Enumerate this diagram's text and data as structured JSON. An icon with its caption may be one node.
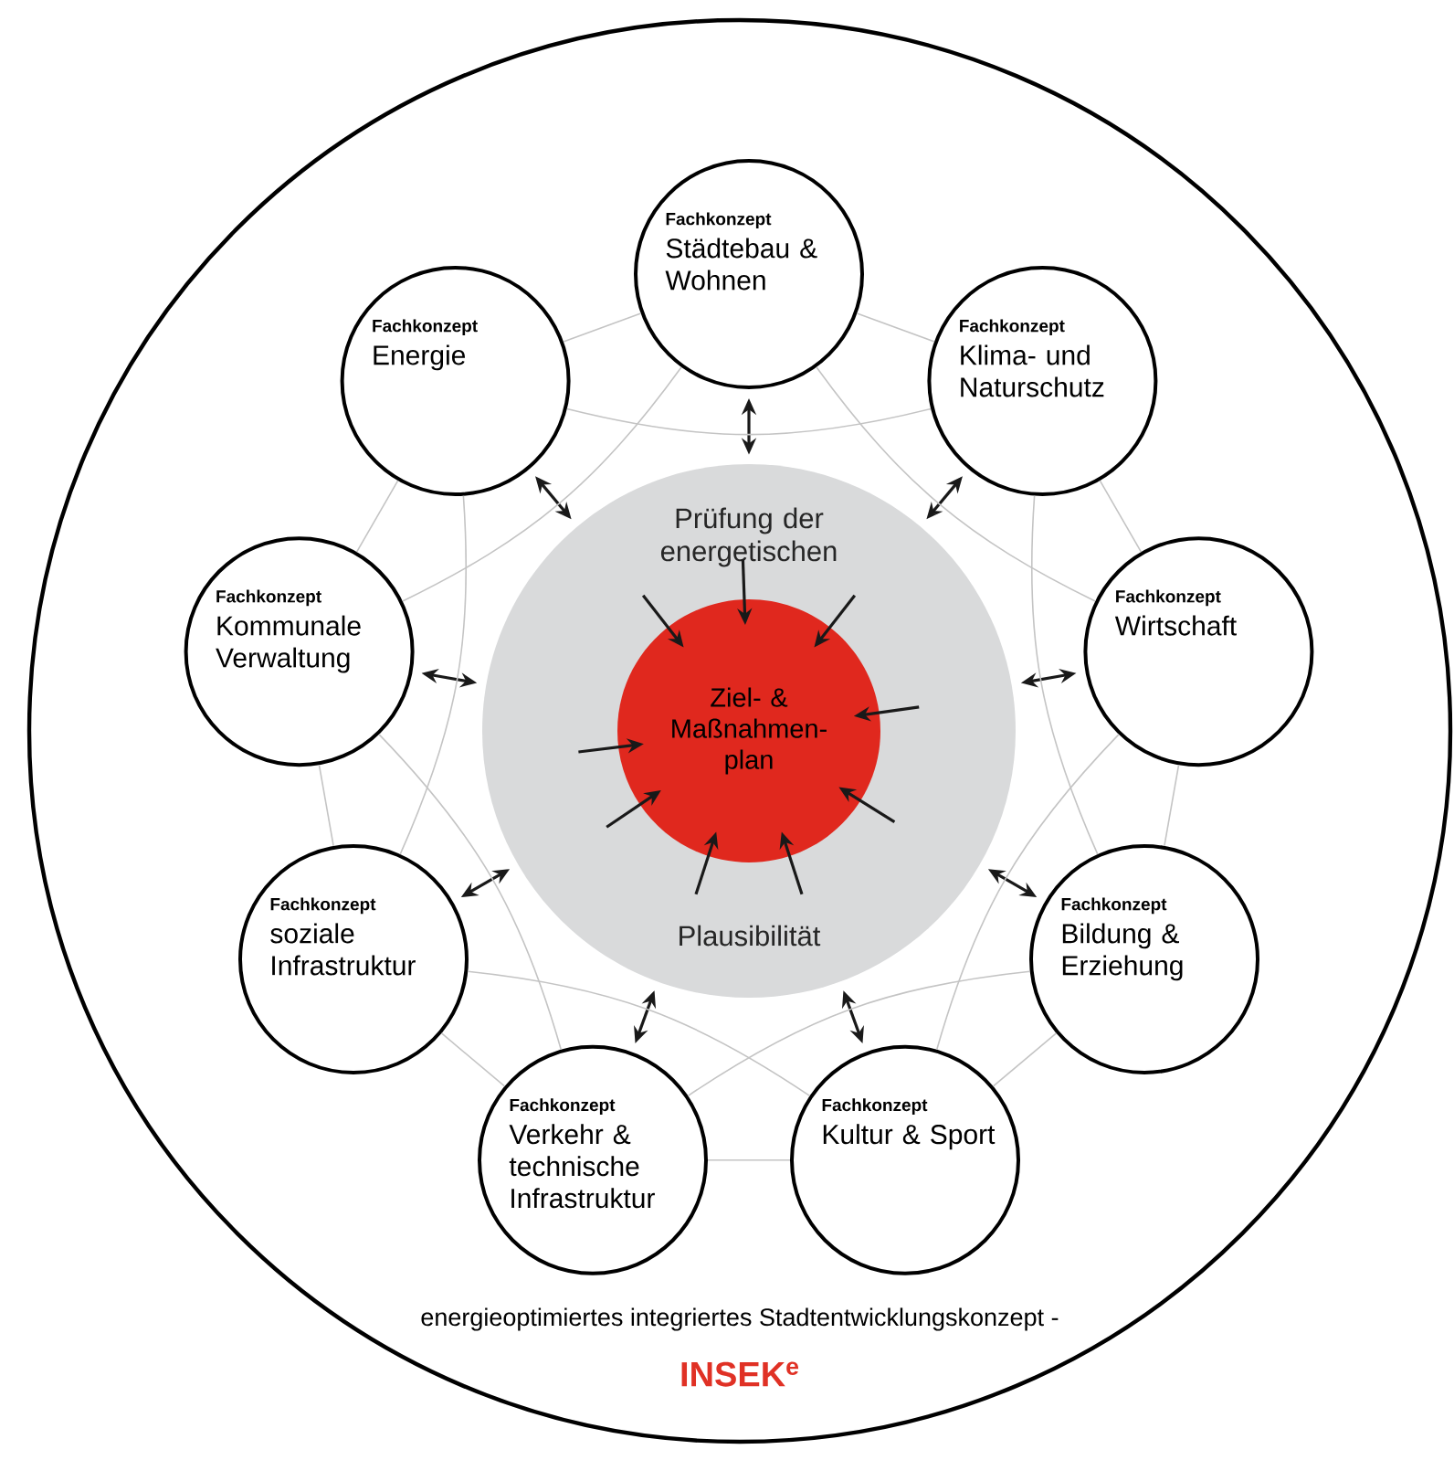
{
  "diagram": {
    "nodes": [
      {
        "text": [
          "energieoptimiertes integriertes Stadtentwicklungskonzept -",
          "INSEK$^{e}$"
        ]
      },
      {
        "text": [
          "Prüfung der energetischen",
          "Plausibilität"
        ],
        "in": 0
      },
      {
        "text": [
          "Ziel- & Maßnahmen- plan"
        ],
        "in": 1
      },
      {
        "text": [
          "Fachkonzept",
          "Städtebau & Wohnen"
        ],
        "in": 0
      },
      {
        "text": [
          "Fachkonzept",
          "Klima- und Naturschutz"
        ],
        "in": 0
      },
      {
        "text": [
          "Fachkonzept",
          "Wirtschaft"
        ],
        "in": 0
      },
      {
        "text": [
          "Fachkonzept",
          "Bildung & Erziehung"
        ],
        "in": 0
      },
      {
        "text": [
          "Fachkonzept",
          "Kultur & Sport"
        ],
        "in": 0
      },
      {
        "text": [
          "Fachkonzept",
          "Verkehr & technische Infrastruktur"
        ],
        "in": 0
      },
      {
        "text": [
          "Fachkonzept",
          "soziale Infrastruktur"
        ],
        "in": 0
      },
      {
        "text": [
          "Fachkonzept",
          "Kommunale Verwaltung"
        ],
        "in": 0
      },
      {
        "text": [
          "Fachkonzept",
          "Energie"
        ],
        "in": 0
      }
    ],
    "edges": [
      {
        "from": 3,
        "to": 1,
        "arrow": "both"
      },
      {
        "from": 4,
        "to": 1,
        "arrow": "both"
      },
      {
        "from": 5,
        "to": 1,
        "arrow": "both"
      },
      {
        "from": 6,
        "to": 1,
        "arrow": "both"
      },
      {
        "from": 7,
        "to": 1,
        "arrow": "both"
      },
      {
        "from": 8,
        "to": 1,
        "arrow": "both"
      },
      {
        "from": 9,
        "to": 1,
        "arrow": "both"
      },
      {
        "from": 10,
        "to": 1,
        "arrow": "both"
      },
      {
        "from": 11,
        "to": 1,
        "arrow": "both"
      },
      {
        "from": null,
        "to": 2,
        "arrow": "to"
      },
      {
        "from": null,
        "to": 2,
        "arrow": "to"
      },
      {
        "from": null,
        "to": 2,
        "arrow": "to"
      },
      {
        "from": null,
        "to": 2,
        "arrow": "to"
      },
      {
        "from": null,
        "to": 2,
        "arrow": "to"
      },
      {
        "from": null,
        "to": 2,
        "arrow": "to"
      },
      {
        "from": null,
        "to": 2,
        "arrow": "to"
      },
      {
        "from": null,
        "to": 2,
        "arrow": "to"
      },
      {
        "from": null,
        "to": 2,
        "arrow": "to"
      },
      {
        "from": 3,
        "to": 4,
        "arrow": "none",
        "color": "#c4c4c4"
      },
      {
        "from": 4,
        "to": 5,
        "arrow": "none",
        "color": "#c4c4c4"
      },
      {
        "from": 5,
        "to": 6,
        "arrow": "none",
        "color": "#c4c4c4"
      },
      {
        "from": 6,
        "to": 7,
        "arrow": "none",
        "color": "#c4c4c4"
      },
      {
        "from": 7,
        "to": 8,
        "arrow": "none",
        "color": "#c4c4c4"
      },
      {
        "from": 8,
        "to": 9,
        "arrow": "none",
        "color": "#c4c4c4"
      },
      {
        "from": 9,
        "to": 10,
        "arrow": "none",
        "color": "#c4c4c4"
      },
      {
        "from": 10,
        "to": 11,
        "arrow": "none",
        "color": "#c4c4c4"
      },
      {
        "from": 11,
        "to": 3,
        "arrow": "none",
        "color": "#c4c4c4"
      },
      {
        "from": 3,
        "to": 5,
        "arrow": "none",
        "color": "#c4c4c4"
      },
      {
        "from": 4,
        "to": 6,
        "arrow": "none",
        "color": "#c4c4c4"
      },
      {
        "from": 5,
        "to": 7,
        "arrow": "none",
        "color": "#c4c4c4"
      },
      {
        "from": 6,
        "to": 8,
        "arrow": "none",
        "color": "#c4c4c4"
      },
      {
        "from": 7,
        "to": 9,
        "arrow": "none",
        "color": "#c4c4c4"
      },
      {
        "from": 8,
        "to": 10,
        "arrow": "none",
        "color": "#c4c4c4"
      },
      {
        "from": 9,
        "to": 11,
        "arrow": "none",
        "color": "#c4c4c4"
      },
      {
        "from": 10,
        "to": 3,
        "arrow": "none",
        "color": "#c4c4c4"
      },
      {
        "from": 11,
        "to": 4,
        "arrow": "none",
        "color": "#c4c4c4"
      }
    ]
  }
}
